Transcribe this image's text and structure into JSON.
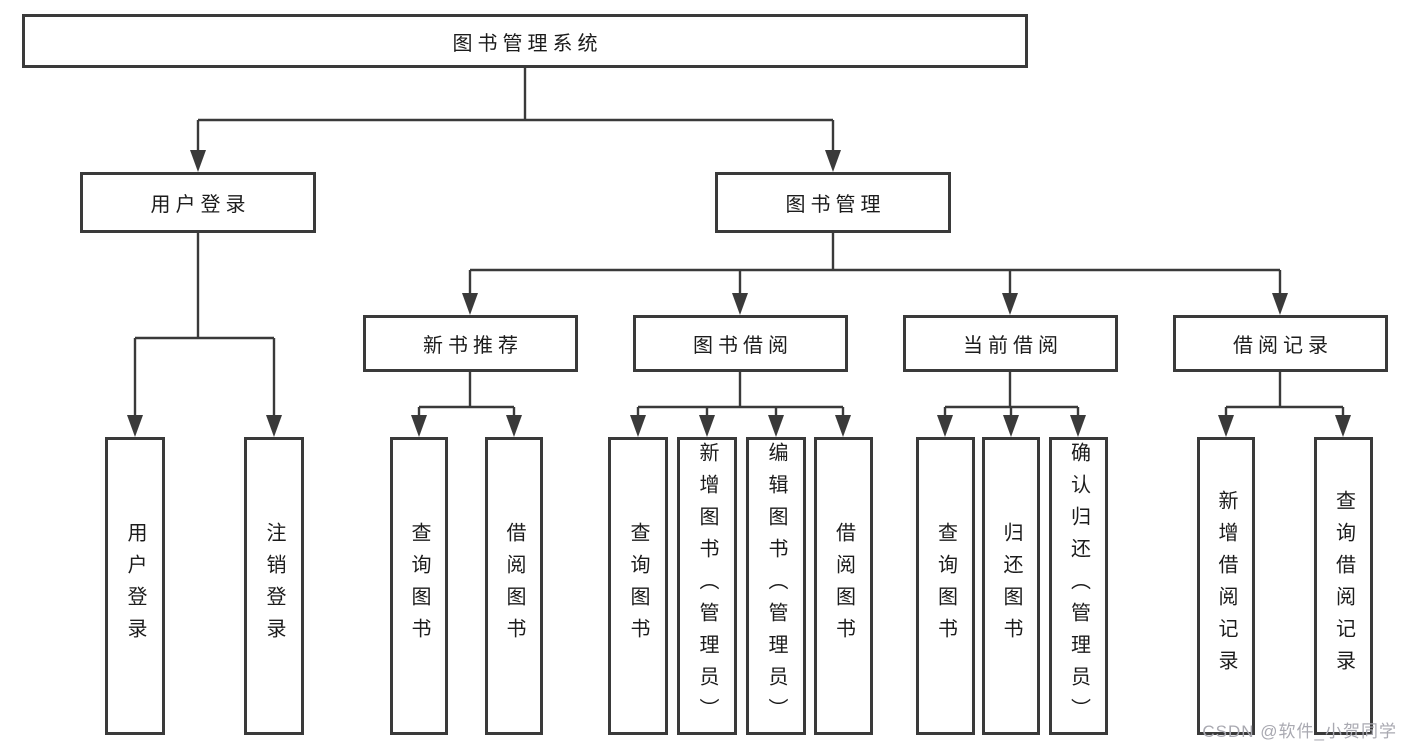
{
  "diagram": {
    "root": {
      "label": "图书管理系统"
    },
    "branches": [
      {
        "label": "用户登录",
        "children": [
          {
            "label": "用户登录"
          },
          {
            "label": "注销登录"
          }
        ]
      },
      {
        "label": "图书管理",
        "children": [
          {
            "label": "新书推荐",
            "children": [
              {
                "label": "查询图书"
              },
              {
                "label": "借阅图书"
              }
            ]
          },
          {
            "label": "图书借阅",
            "children": [
              {
                "label": "查询图书"
              },
              {
                "label": "新增图书（管理员）"
              },
              {
                "label": "编辑图书（管理员）"
              },
              {
                "label": "借阅图书"
              }
            ]
          },
          {
            "label": "当前借阅",
            "children": [
              {
                "label": "查询图书"
              },
              {
                "label": "归还图书"
              },
              {
                "label": "确认归还（管理员）"
              }
            ]
          },
          {
            "label": "借阅记录",
            "children": [
              {
                "label": "新增借阅记录"
              },
              {
                "label": "查询借阅记录"
              }
            ]
          }
        ]
      }
    ]
  },
  "colors": {
    "line": "#3a3a3a",
    "box_border": "#3a3a3a",
    "text": "#1c1c1c",
    "watermark": "#a9a9b1",
    "background": "#ffffff"
  },
  "watermark": {
    "text": "CSDN @软件_小贺同学"
  }
}
